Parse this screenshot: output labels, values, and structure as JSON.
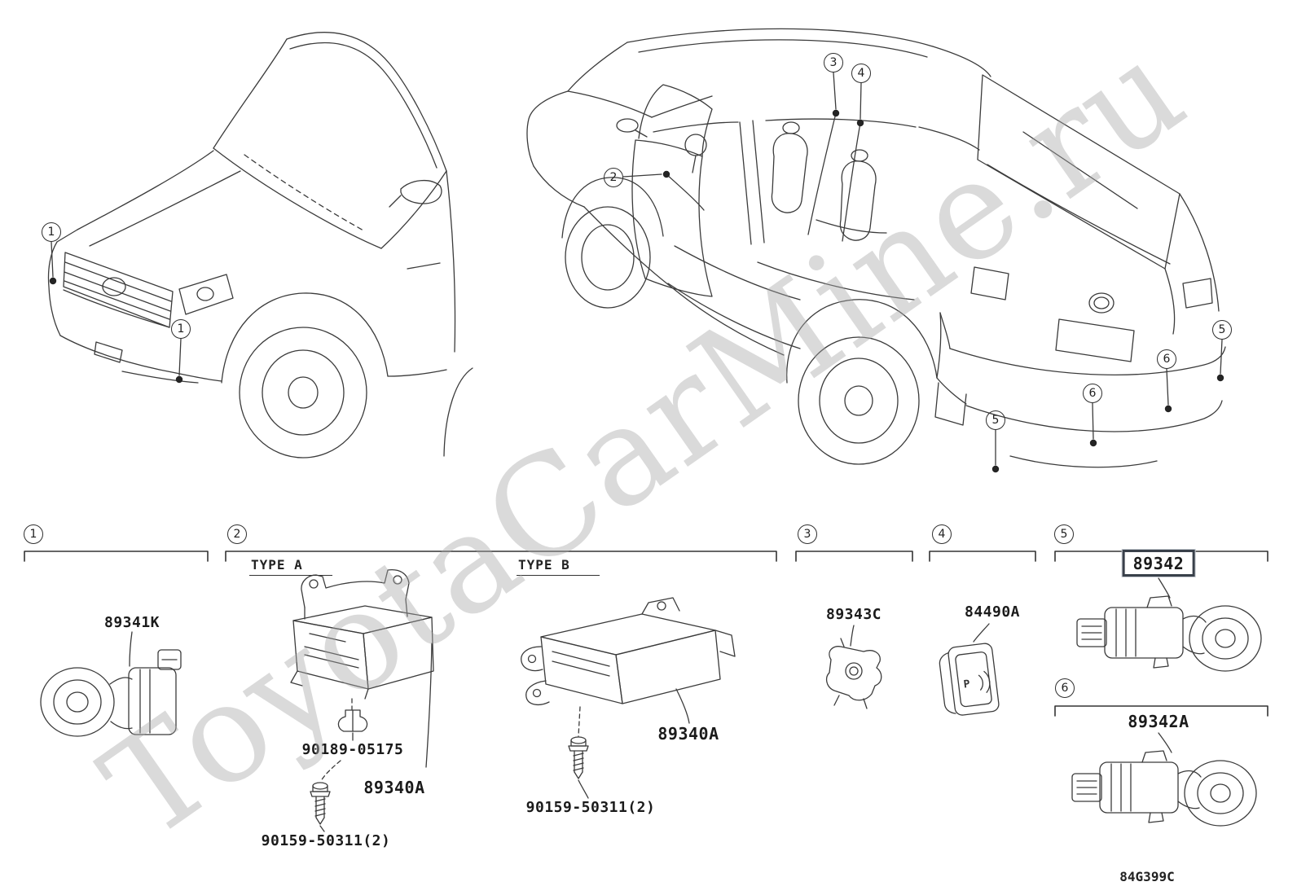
{
  "watermark": "ToyotaCarMine.ru",
  "footer": {
    "diagram_code": "84G399C"
  },
  "callouts": {
    "front_car": [
      {
        "n": "1"
      },
      {
        "n": "1"
      }
    ],
    "rear_car": [
      {
        "n": "2"
      },
      {
        "n": "3"
      },
      {
        "n": "4"
      },
      {
        "n": "5"
      },
      {
        "n": "5"
      },
      {
        "n": "6"
      },
      {
        "n": "6"
      }
    ]
  },
  "groups": [
    {
      "num": "1",
      "parts": [
        {
          "number": "89341K"
        }
      ]
    },
    {
      "num": "2",
      "types": [
        {
          "name": "TYPE A",
          "parts": [
            {
              "number": "90189-05175"
            },
            {
              "number": "89340A"
            },
            {
              "number": "90159-50311(2)"
            }
          ]
        },
        {
          "name": "TYPE B",
          "parts": [
            {
              "number": "89340A"
            },
            {
              "number": "90159-50311(2)"
            }
          ]
        }
      ]
    },
    {
      "num": "3",
      "parts": [
        {
          "number": "89343C"
        }
      ]
    },
    {
      "num": "4",
      "parts": [
        {
          "number": "84490A"
        }
      ],
      "switch_symbol": "P"
    },
    {
      "num": "5",
      "parts": [
        {
          "number": "89342",
          "highlighted": true
        }
      ]
    },
    {
      "num": "6",
      "parts": [
        {
          "number": "89342A"
        }
      ]
    }
  ]
}
